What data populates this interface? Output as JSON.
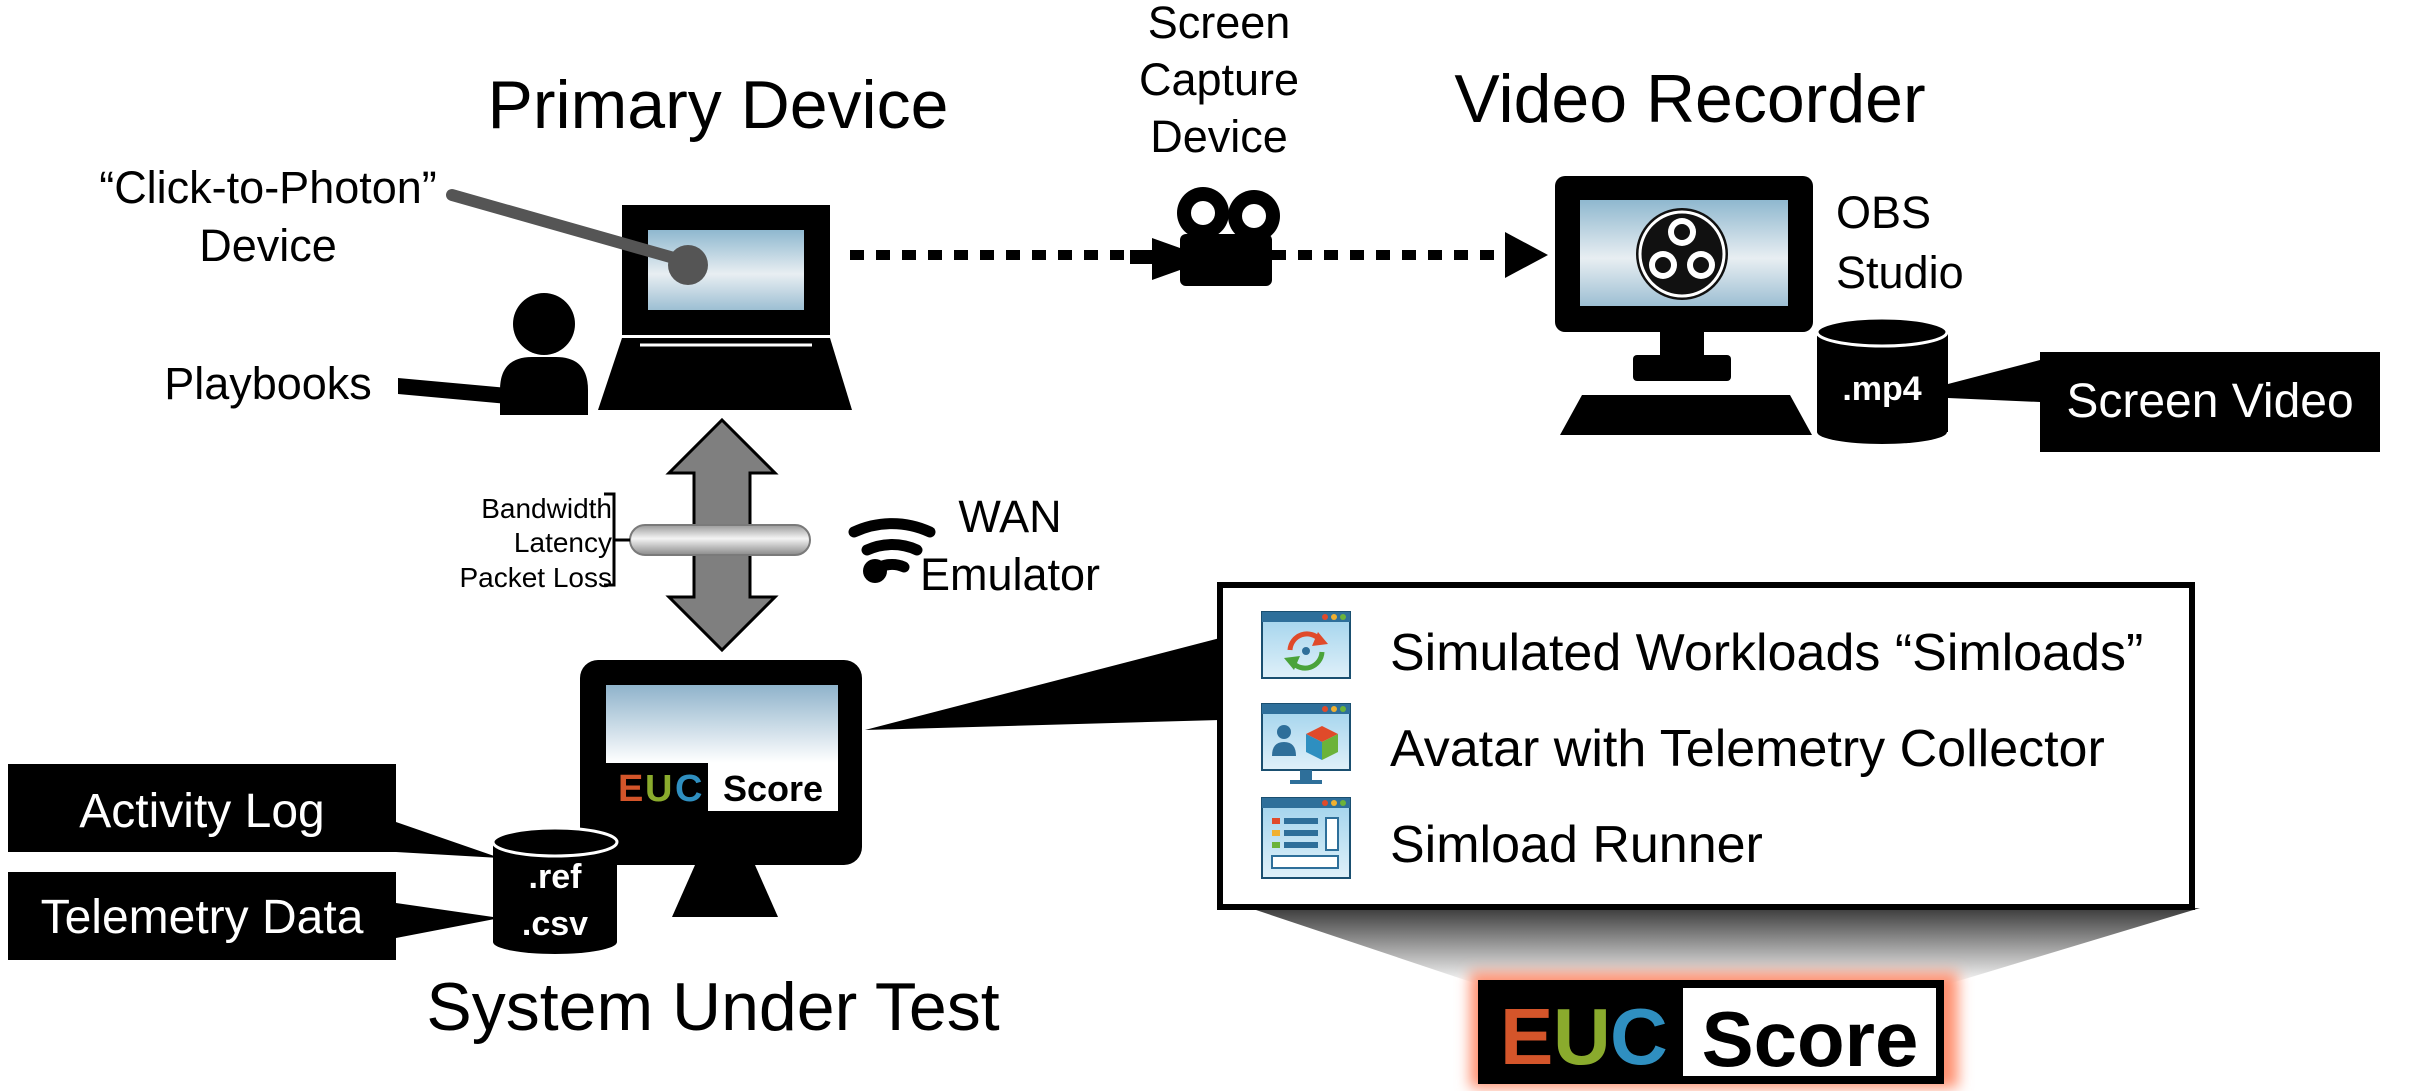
{
  "titles": {
    "primary_device": "Primary Device",
    "video_recorder": "Video Recorder",
    "system_under_test": "System Under Test"
  },
  "labels": {
    "screen_capture_line1": "Screen",
    "screen_capture_line2": "Capture",
    "screen_capture_line3": "Device",
    "click_to_photon_line1": "“Click-to-Photon”",
    "click_to_photon_line2": "Device",
    "playbooks": "Playbooks",
    "obs_line1": "OBS",
    "obs_line2": "Studio",
    "wan_line1": "WAN",
    "wan_line2": "Emulator",
    "bandwidth": "Bandwidth",
    "latency": "Latency",
    "packet_loss": "Packet Loss"
  },
  "databases": {
    "mp4": ".mp4",
    "ref": ".ref",
    "csv": ".csv"
  },
  "boxes": {
    "screen_video": "Screen Video",
    "activity_log": "Activity Log",
    "telemetry_data": "Telemetry Data"
  },
  "components": [
    {
      "label": "Simulated Workloads “Simloads”",
      "icon": "simload-refresh-icon"
    },
    {
      "label": "Avatar with Telemetry Collector",
      "icon": "avatar-telemetry-icon"
    },
    {
      "label": "Simload Runner",
      "icon": "runner-list-icon"
    }
  ],
  "brand": {
    "letter_e": "E",
    "letter_u": "U",
    "letter_c": "C",
    "score": "Score",
    "color_e": "#d4552a",
    "color_u": "#8aab2d",
    "color_c": "#2f8fc0"
  }
}
